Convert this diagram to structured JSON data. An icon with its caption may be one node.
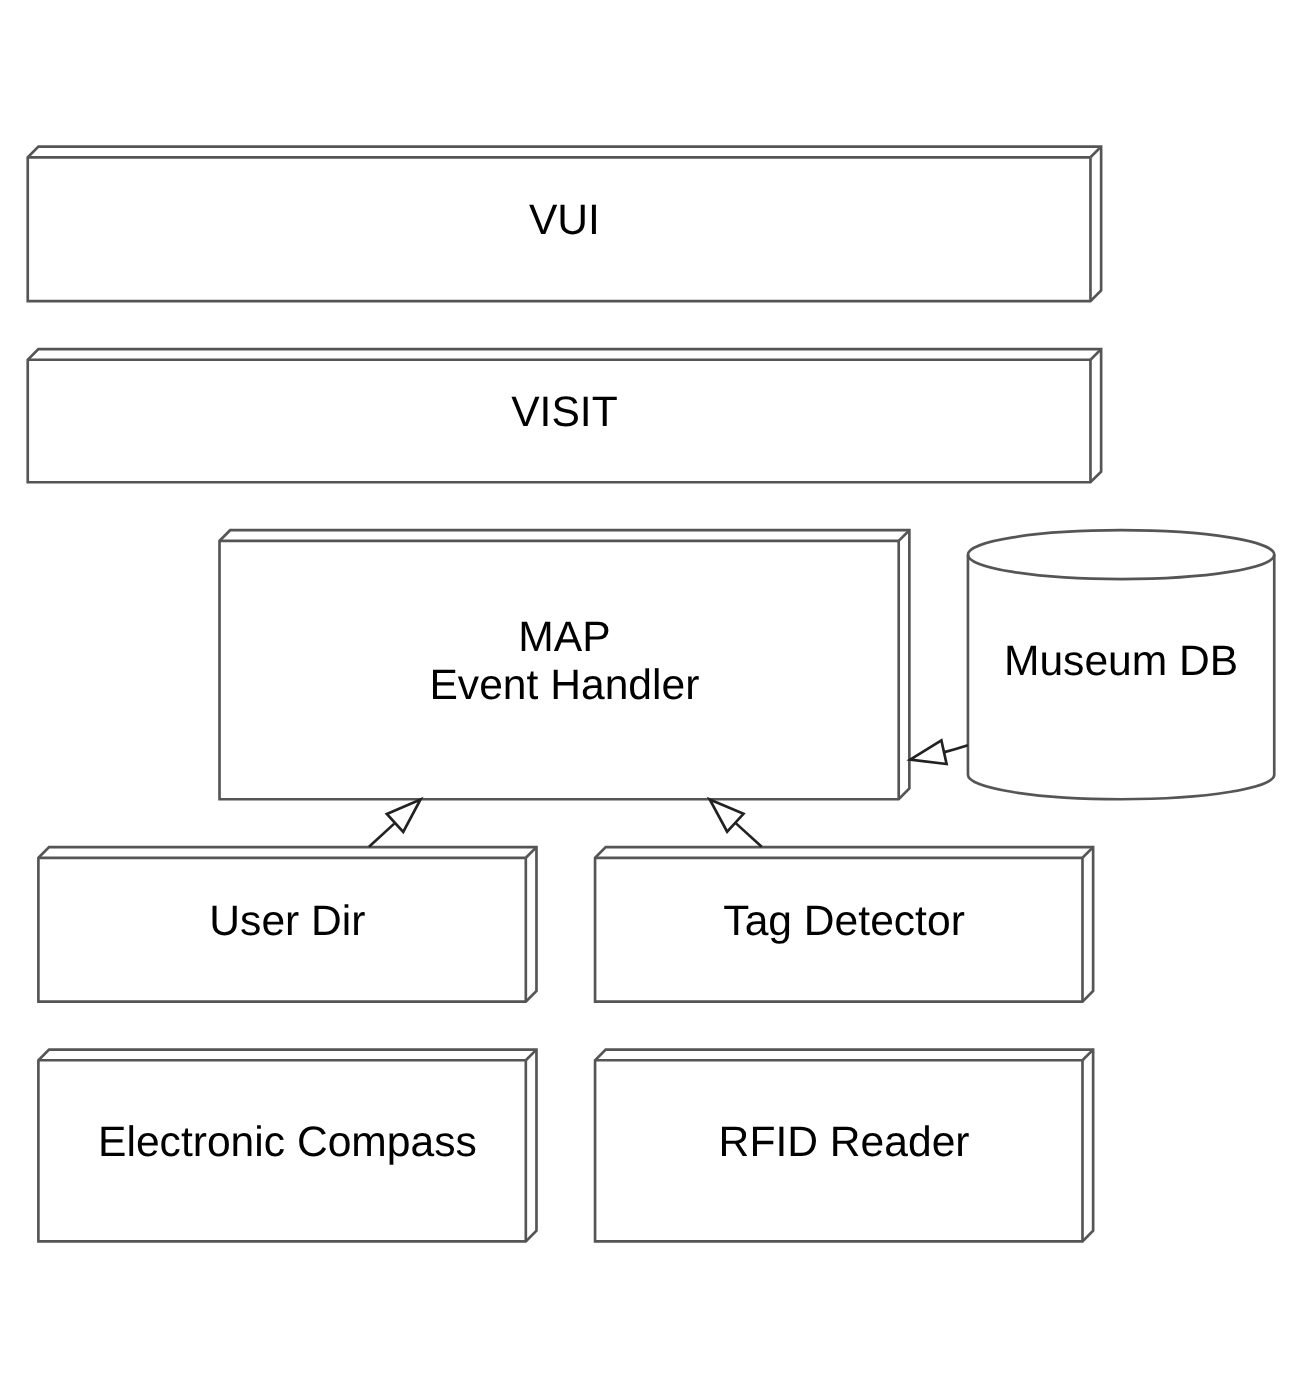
{
  "diagram": {
    "nodes": [
      {
        "text": [
          "VUI"
        ]
      },
      {
        "text": [
          "VISIT"
        ]
      },
      {
        "text": [
          "MAP Event Handler"
        ]
      },
      {
        "text": [
          "Museum DB"
        ]
      },
      {
        "text": [
          "User Dir"
        ]
      },
      {
        "text": [
          "Tag Detector"
        ]
      },
      {
        "text": [
          "Electronic Compass"
        ]
      },
      {
        "text": [
          "RFID Reader"
        ]
      }
    ],
    "edges": [
      {
        "from": 3,
        "to": 2,
        "arrow": "to"
      },
      {
        "from": 4,
        "to": 2,
        "arrow": "to"
      },
      {
        "from": 5,
        "to": 2,
        "arrow": "to"
      }
    ]
  }
}
